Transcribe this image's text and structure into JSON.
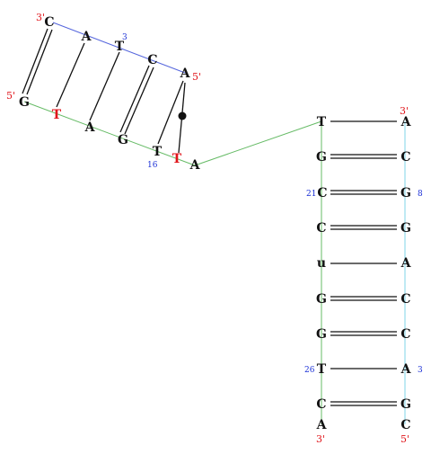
{
  "colors": {
    "base": "#111111",
    "highlight": "#e0151b",
    "number": "#1a2fd6",
    "end_label": "#e0151b",
    "backbone_top": "#5566dd",
    "backbone_green": "#66bb66",
    "backbone_cyan": "#7fd4e8",
    "pair": "#111111"
  },
  "diagram": {
    "left_duplex": {
      "top_strand": {
        "end_label_3prime": "3'",
        "end_label_5prime": "5'",
        "bases": [
          "C",
          "A",
          "T",
          "C",
          "A"
        ],
        "number_label": "3"
      },
      "bottom_strand": {
        "end_label_5prime": "5'",
        "bases": [
          "G",
          "T",
          "A",
          "G",
          "T"
        ],
        "number_label": "16"
      },
      "tail_bases": [
        "T",
        "A"
      ]
    },
    "right_duplex": {
      "left_strand": {
        "bases": [
          "T",
          "G",
          "C",
          "C",
          "u",
          "G",
          "G",
          "T",
          "C",
          "A"
        ],
        "end_label": "3'",
        "number_labels": [
          "21",
          "26"
        ]
      },
      "right_strand": {
        "bases": [
          "A",
          "C",
          "G",
          "G",
          "A",
          "C",
          "C",
          "A",
          "G",
          "C"
        ],
        "end_label_top": "3'",
        "end_label_bottom": "5'",
        "number_labels": [
          "8",
          "3"
        ]
      }
    }
  }
}
